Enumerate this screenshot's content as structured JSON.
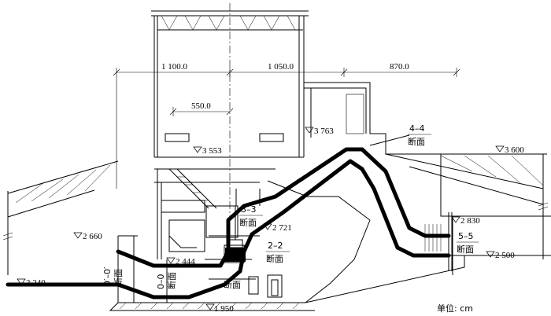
{
  "dimensions": {
    "d1": "1 100.0",
    "d2": "1 050.0",
    "d3": "870.0",
    "d4": "550.0"
  },
  "elevations": {
    "e1": "3 763",
    "e2": "3 553",
    "e3": "3 600",
    "e4": "2 830",
    "e5": "2 721",
    "e6": "2 660",
    "e7": "2 500",
    "e8": "2 444",
    "e9": "2 240",
    "e10": "1 950"
  },
  "sections": {
    "s44": "4–4",
    "s44b": "断面",
    "s33": "3–3",
    "s33b": "断面",
    "s22": "2–2",
    "s22b": "断面",
    "s55": "5–5",
    "s55b": "断面",
    "s00p": "0′–0′",
    "s00pb": "断面",
    "s00": "0–0",
    "s00b": "断面",
    "s11b": "断面"
  },
  "unit": "单位: cm"
}
